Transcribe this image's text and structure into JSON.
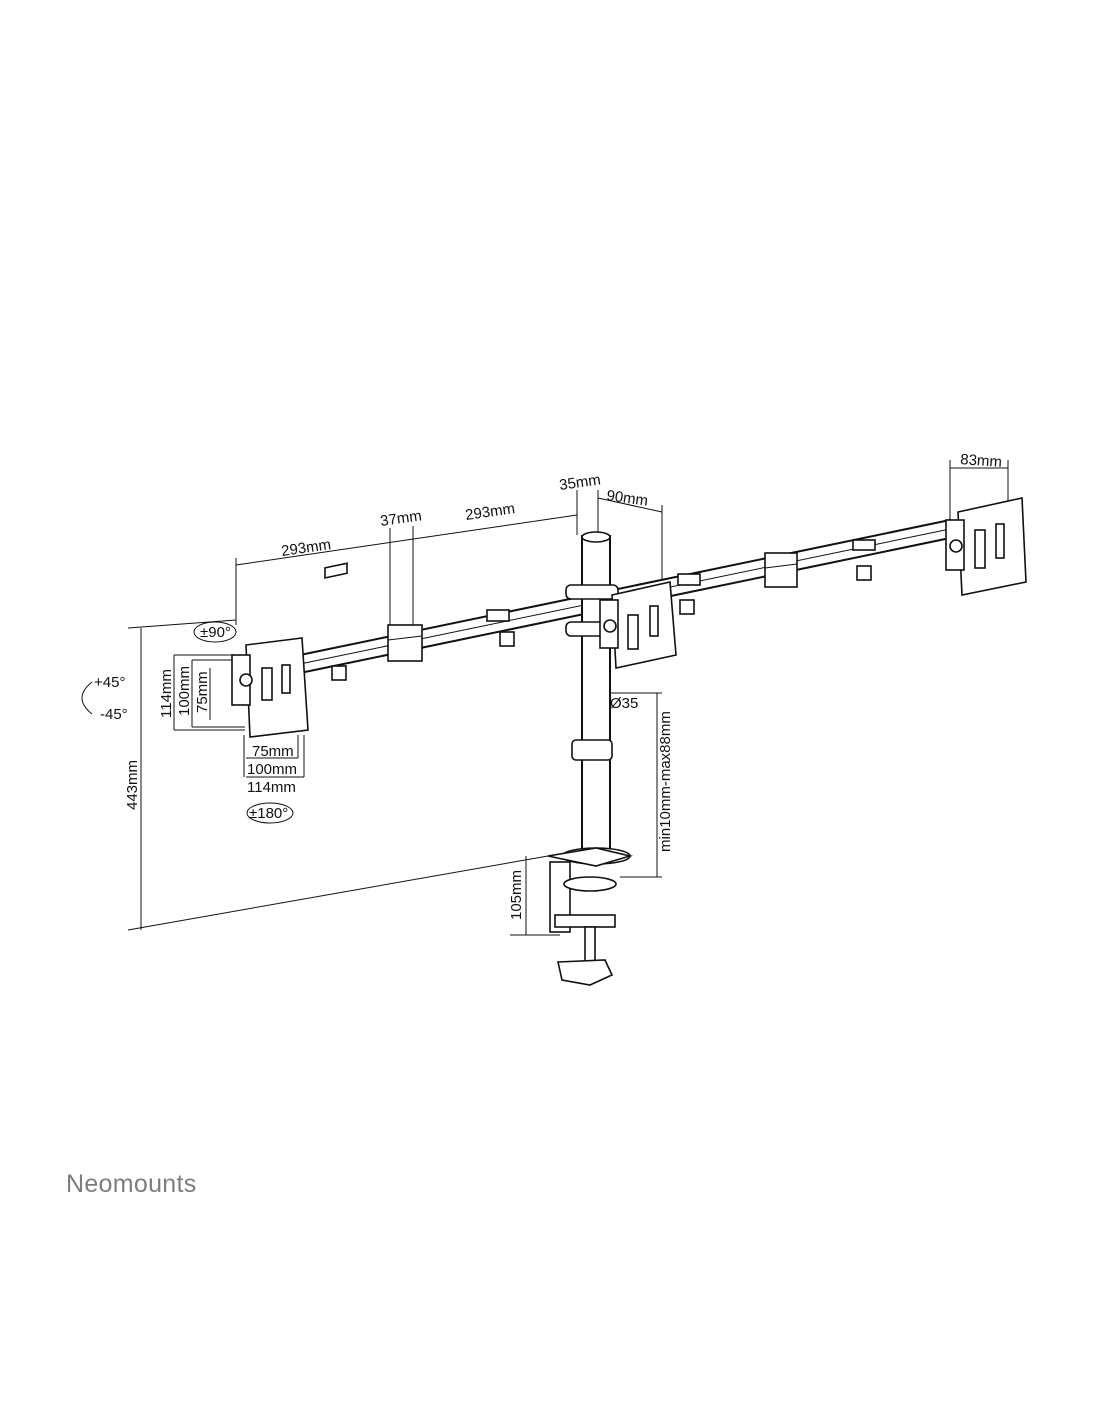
{
  "brand": {
    "name": "Neomounts"
  },
  "dimensions": {
    "arm_left": "293mm",
    "arm_right": "293mm",
    "clamp_width": "37mm",
    "pole_top": "35mm",
    "plate_offset": "90mm",
    "plate_depth": "83mm",
    "pole_diameter": "Ø35",
    "desk_thickness": "min10mm-max88mm",
    "clamp_height": "105mm",
    "total_height": "443mm",
    "vesa_h_114": "114mm",
    "vesa_h_100": "100mm",
    "vesa_h_75": "75mm",
    "vesa_w_75": "75mm",
    "vesa_w_100": "100mm",
    "vesa_w_114": "114mm"
  },
  "rotation": {
    "tilt_plus": "+45°",
    "tilt_minus": "-45°",
    "swivel": "±90°",
    "rotate": "±180°"
  },
  "colors": {
    "line": "#111111",
    "logo": "#7d7d7d",
    "background": "#ffffff"
  }
}
